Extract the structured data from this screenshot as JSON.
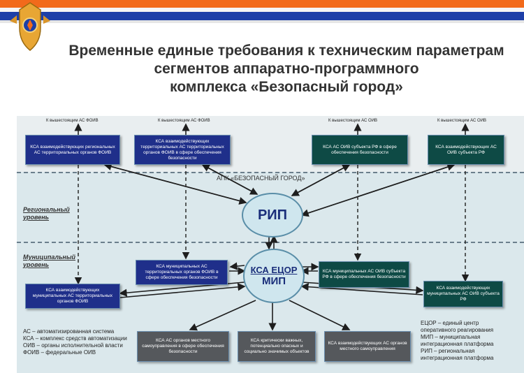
{
  "header": {
    "stripe_colors": [
      "#f26a1b",
      "#f5f5f5",
      "#1d3fa8",
      "#f5f5f5"
    ],
    "emblem": "emercom-emblem"
  },
  "title_lines": [
    "Временные единые требования к техническим параметрам",
    "сегментов аппаратно-программного",
    "комплекса «Безопасный город»"
  ],
  "diagram": {
    "top_labels": [
      "К вышестоящим АС ФОИВ",
      "К вышестоящим АС ФОИВ",
      "К вышестоящим АС ОИВ",
      "К вышестоящим АС ОИВ"
    ],
    "regional_boxes": [
      "КСА взаимодействующих региональных АС территориальных органов ФОИВ",
      "КСА взаимодействующих территориальных АС территориальных органов ФОИВ в сфере обеспечения безопасности",
      "КСА АС ОИВ субъекта РФ в сфере обеспечения безопасности",
      "КСА взаимодействующих АС ОИВ субъекта РФ"
    ],
    "apk_label": "АПК «БЕЗОПАСНЫЙ ГОРОД»",
    "levels": [
      "Региональный уровень",
      "Муниципальный уровень"
    ],
    "rip": "РИП",
    "ksa_ecor": "КСА ЕЦОР",
    "mip": "МИП",
    "municipal_boxes": [
      "КСА муниципальных АС территориальных органов ФОИВ в сфере обеспечения безопасности",
      "КСА муниципальных АС ОИВ субъекта РФ в сфере обеспечения безопасности",
      "КСА взаимодействующих муниципальных АС территориальных органов ФОИВ",
      "КСА взаимодействующих муниципальных АС ОИВ субъекта РФ"
    ],
    "bottom_boxes": [
      "КСА АС органов местного самоуправления в сфере обеспечения безопасности",
      "КСА критически важных, потенциально опасных и социально значимых объектов",
      "КСА взаимодействующих АС органов местного самоуправления"
    ],
    "legend_left": [
      "АС – автоматизированная система",
      "КСА – комплекс средств автоматизации",
      "ОИВ – органы исполнительной власти",
      "ФОИВ – федеральные ОИВ"
    ],
    "legend_right": [
      "ЕЦОР – единый центр",
      "оперативного реагирования",
      "МИП – муниципальная",
      "интеграционная платформа",
      "РИП – региональная",
      "интеграционная платформа"
    ],
    "colors": {
      "navy": "#1f2f8a",
      "teal": "#0e4a45",
      "gray": "#55585c"
    }
  }
}
